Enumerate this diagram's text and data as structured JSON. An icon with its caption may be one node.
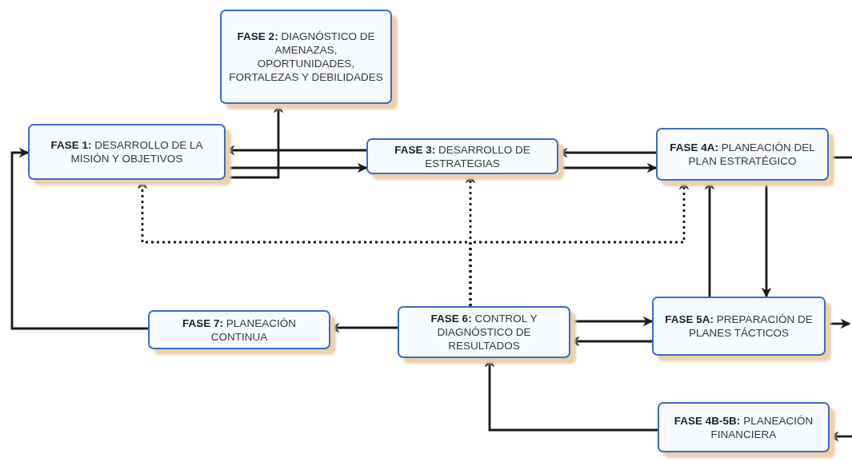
{
  "diagram": {
    "nodes": [
      {
        "text": [
          "**FASE 2:** DIAGNÓSTICO DE AMENAZAS, OPORTUNIDADES, FORTALEZAS Y DEBILIDADES"
        ]
      },
      {
        "text": [
          "**FASE 1:** DESARROLLO DE LA MISIÓN Y OBJETIVOS"
        ]
      },
      {
        "text": [
          "**FASE 3:** DESARROLLO DE ESTRATEGIAS"
        ]
      },
      {
        "text": [
          "**FASE 4A:** PLANEACIÓN DEL PLAN ESTRATÉGICO"
        ]
      },
      {
        "text": [
          "**FASE 7:** PLANEACIÓN CONTINUA"
        ]
      },
      {
        "text": [
          "**FASE 6:** CONTROL Y DIAGNÓSTICO DE RESULTADOS"
        ]
      },
      {
        "text": [
          "**FASE 5A:** PREPARACIÓN DE PLANES TÁCTICOS"
        ]
      },
      {
        "text": [
          "**FASE 4B-5B:** PLANEACIÓN FINANCIERA"
        ]
      }
    ],
    "edges": [
      {
        "from": 1,
        "to": 0,
        "arrow": "to"
      },
      {
        "from": 2,
        "to": 1,
        "arrow": "to"
      },
      {
        "from": 1,
        "to": 2,
        "arrow": "to"
      },
      {
        "from": 3,
        "to": 2,
        "arrow": "to"
      },
      {
        "from": 2,
        "to": 3,
        "arrow": "to"
      },
      {
        "from": 3,
        "to": null,
        "arrow": "none"
      },
      {
        "from": 6,
        "to": 3,
        "arrow": "to"
      },
      {
        "from": 3,
        "to": 6,
        "arrow": "to"
      },
      {
        "from": 5,
        "to": 6,
        "arrow": "to"
      },
      {
        "from": 6,
        "to": 5,
        "arrow": "to"
      },
      {
        "from": 6,
        "to": null,
        "arrow": "to"
      },
      {
        "from": null,
        "to": 7,
        "arrow": "to"
      },
      {
        "from": 7,
        "to": 5,
        "arrow": "to"
      },
      {
        "from": 5,
        "to": 4,
        "arrow": "to"
      },
      {
        "from": 4,
        "to": 1,
        "arrow": "to"
      },
      {
        "from": 5,
        "to": 2,
        "arrow": "to",
        "style": "dashed"
      },
      {
        "from": 5,
        "to": 1,
        "arrow": "to",
        "style": "dashed"
      },
      {
        "from": 5,
        "to": 3,
        "arrow": "to",
        "style": "dashed"
      }
    ]
  }
}
